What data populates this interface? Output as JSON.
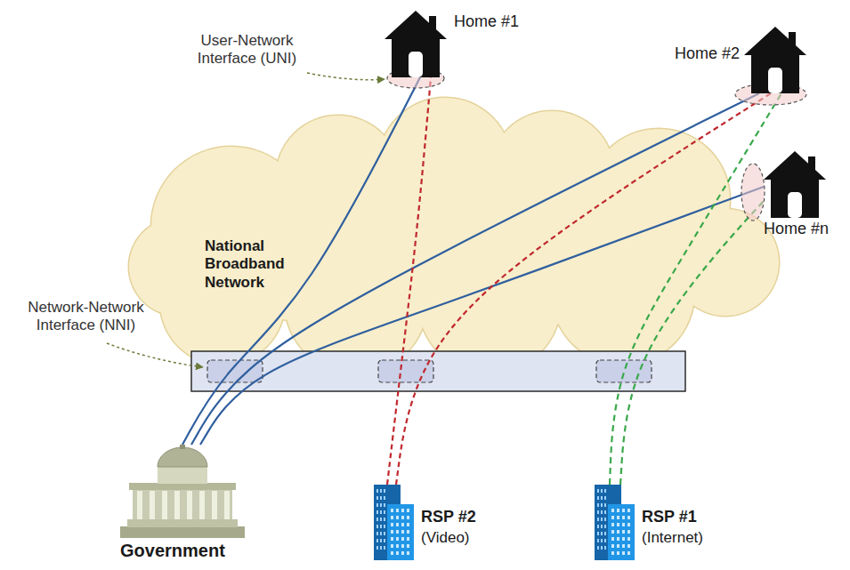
{
  "diagram": {
    "nodes": [
      {
        "text": [
          "National Broadband Network"
        ]
      },
      {
        "text": [
          "Home #1"
        ]
      },
      {
        "text": [
          "Home #2"
        ]
      },
      {
        "text": [
          "Home #n"
        ]
      },
      {
        "text": [
          "Government"
        ]
      },
      {
        "text": [
          "RSP #2",
          "(Video)"
        ]
      },
      {
        "text": [
          "RSP #1",
          "(Internet)"
        ]
      }
    ],
    "edges": [
      {
        "from": 4,
        "to": 1,
        "arrow": "none"
      },
      {
        "from": 4,
        "to": 2,
        "arrow": "none"
      },
      {
        "from": 4,
        "to": 3,
        "arrow": "none"
      },
      {
        "from": 5,
        "to": 1,
        "arrow": "none"
      },
      {
        "from": 5,
        "to": 2,
        "arrow": "none"
      },
      {
        "from": 6,
        "to": 2,
        "arrow": "none"
      },
      {
        "from": 6,
        "to": 3,
        "arrow": "none"
      }
    ],
    "labels": [
      "User-Network Interface (UNI)",
      "Network-Network Interface (NNI)"
    ]
  }
}
